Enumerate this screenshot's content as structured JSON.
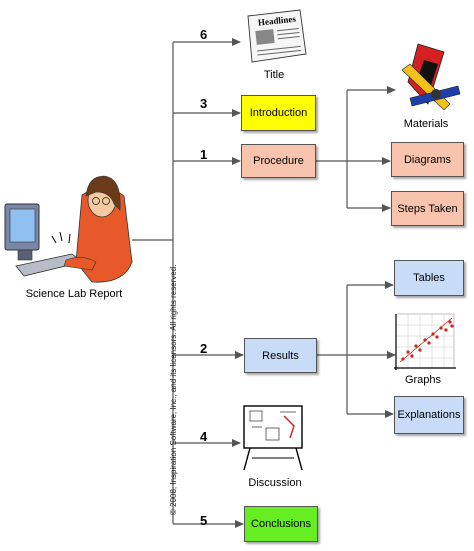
{
  "central": {
    "caption": "Science Lab Report"
  },
  "branches": [
    {
      "number": "6",
      "label": "Title"
    },
    {
      "number": "3",
      "label": "Introduction",
      "color": "#ffff00"
    },
    {
      "number": "1",
      "label": "Procedure",
      "color": "#f9c4ae"
    },
    {
      "number": "2",
      "label": "Results",
      "color": "#c8dcf8"
    },
    {
      "number": "4",
      "label": "Discussion"
    },
    {
      "number": "5",
      "label": "Conclusions",
      "color": "#66ee22"
    }
  ],
  "procedure_children": [
    {
      "label": "Materials"
    },
    {
      "label": "Diagrams",
      "color": "#f9c4ae"
    },
    {
      "label": "Steps Taken",
      "color": "#f9c4ae"
    }
  ],
  "results_children": [
    {
      "label": "Tables",
      "color": "#c8dcf8"
    },
    {
      "label": "Graphs"
    },
    {
      "label": "Explanations",
      "color": "#c8dcf8"
    }
  ],
  "icons": {
    "title": "newspaper-icon",
    "materials": "lab-tools-icon",
    "graphs": "scatter-graph-icon",
    "discussion": "whiteboard-icon",
    "central": "person-at-computer-icon"
  },
  "newspaper_masthead": "Headlines",
  "copyright": "© 2008, Inspiration Software, Inc., and its licensors. All rights reserved."
}
